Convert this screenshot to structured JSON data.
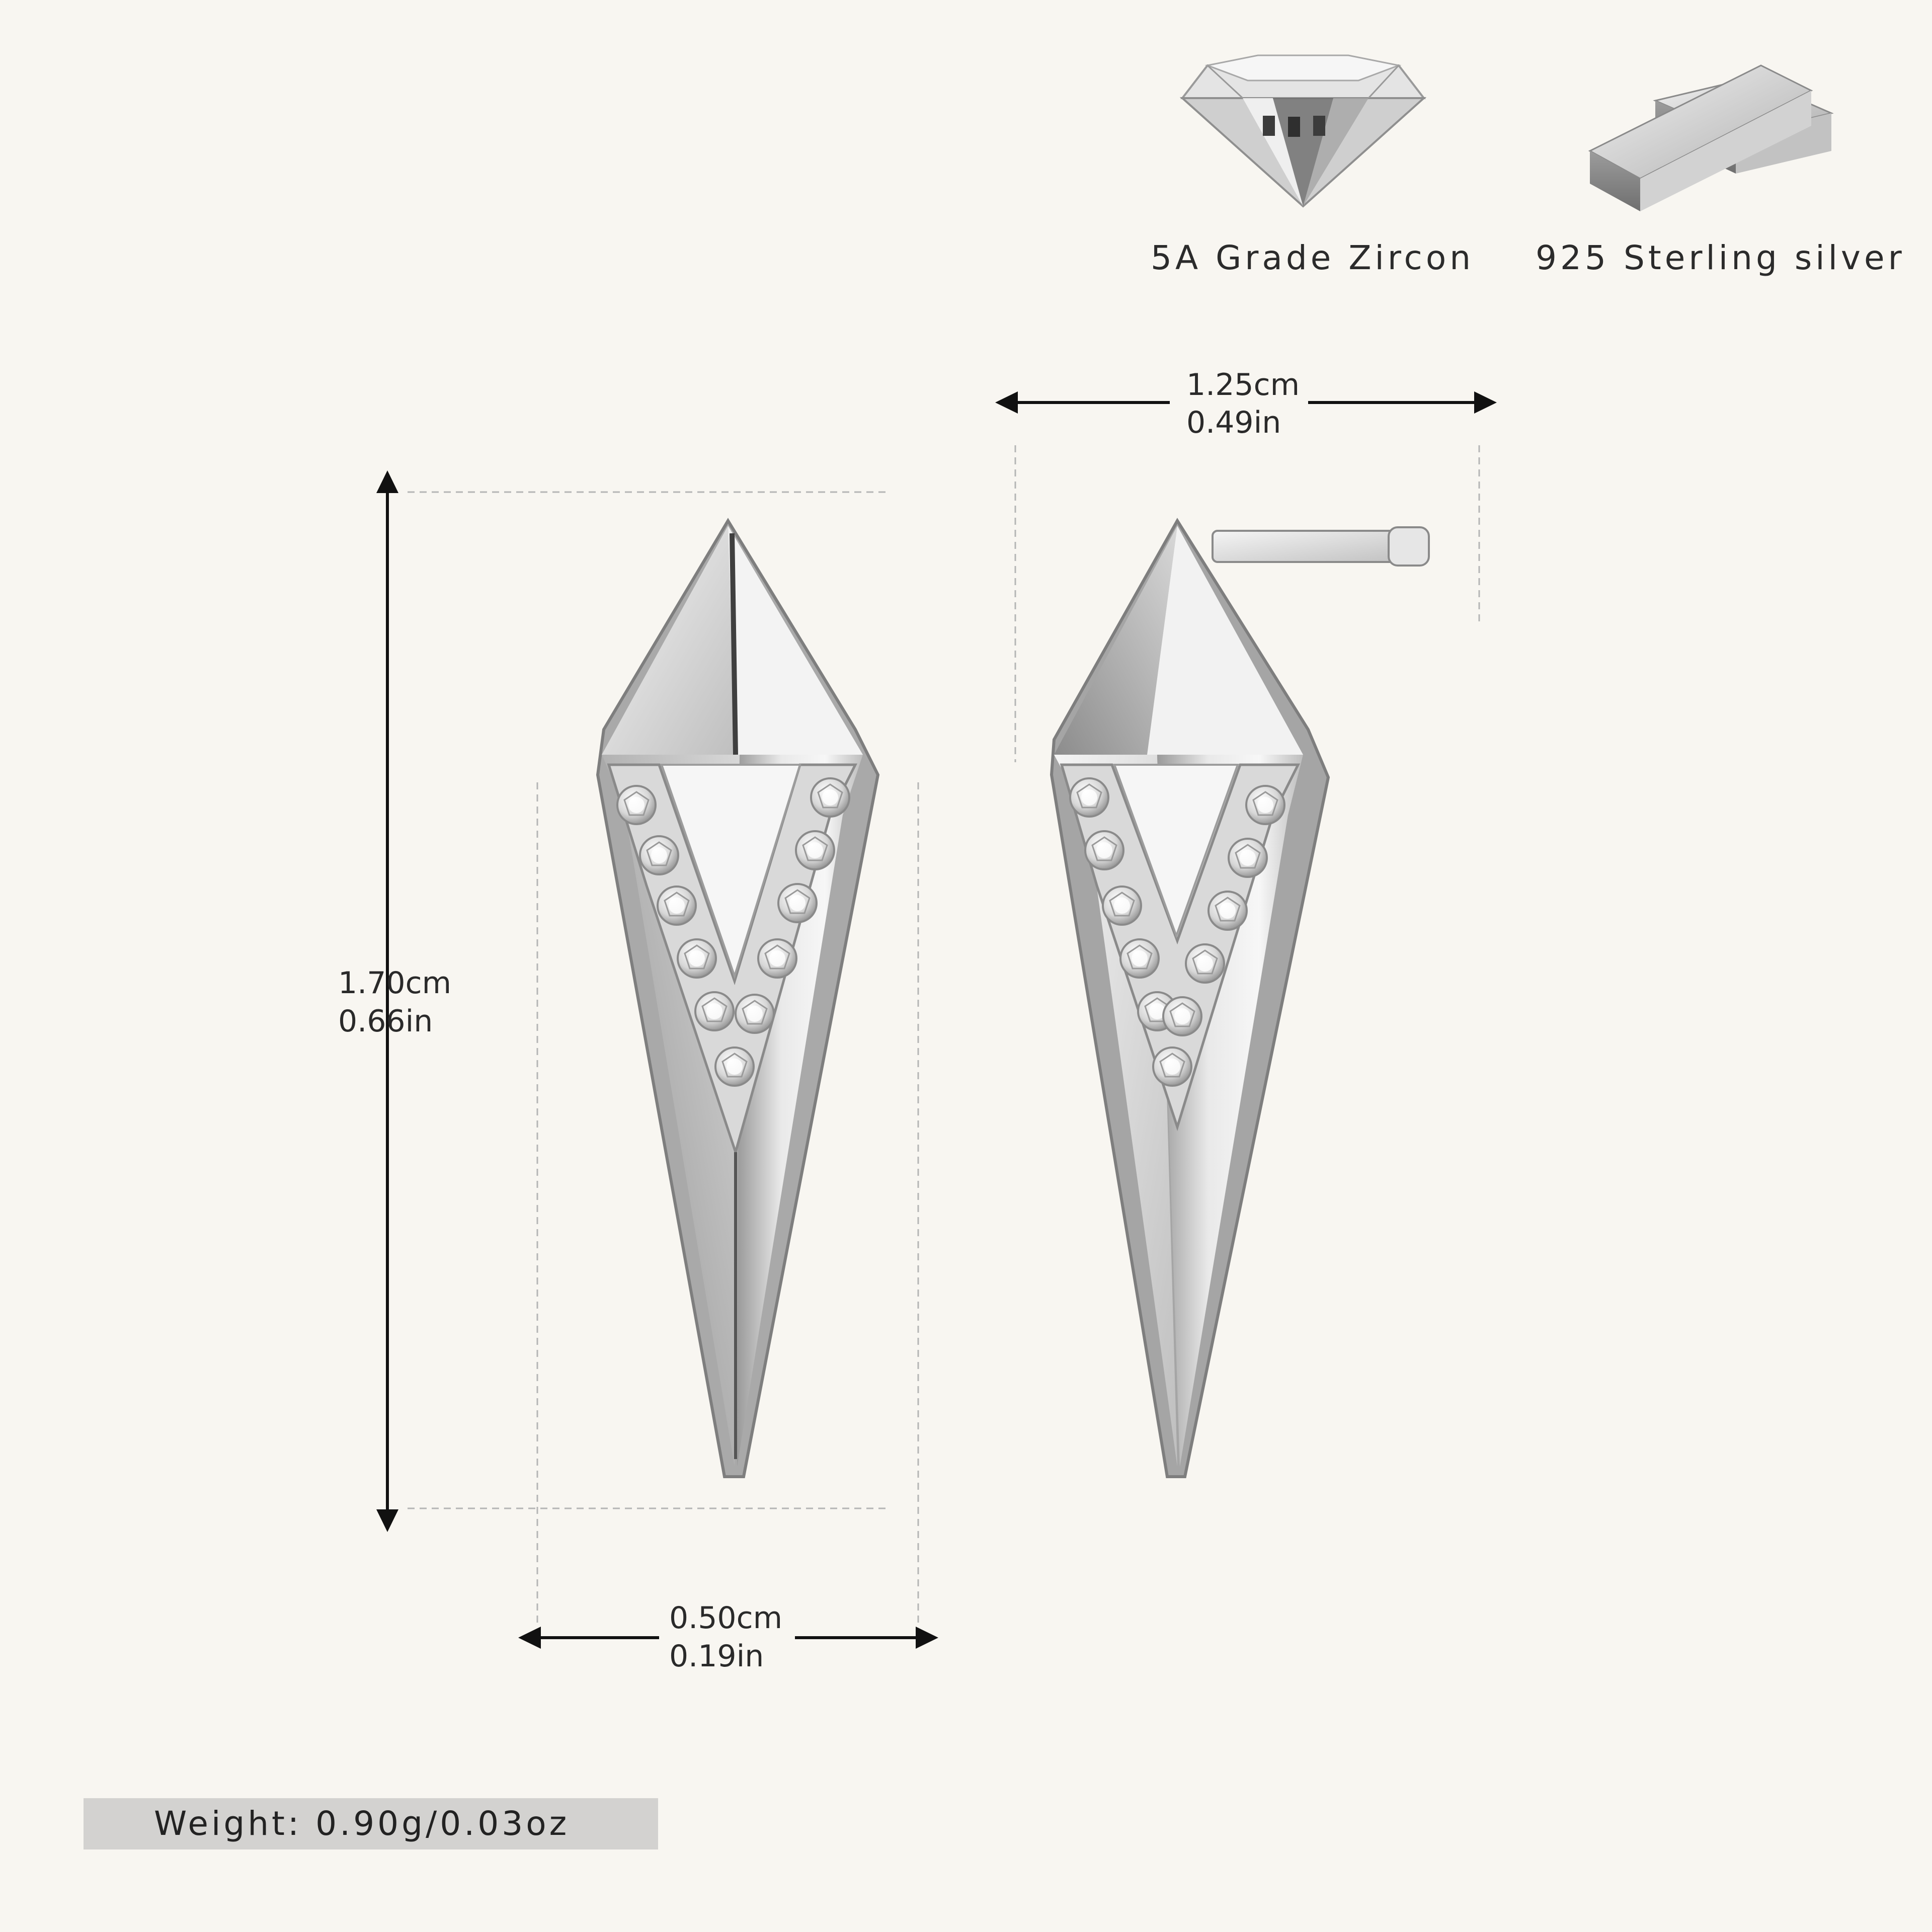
{
  "materials": {
    "zircon": {
      "label": "5A Grade Zircon",
      "icon": "zircon-gem-icon"
    },
    "silver": {
      "label": "925 Sterling silver",
      "icon": "silver-bar-icon"
    }
  },
  "dimensions": {
    "length": {
      "cm": "1.70cm",
      "in": "0.66in"
    },
    "width": {
      "cm": "0.50cm",
      "in": "0.19in"
    },
    "depth": {
      "cm": "1.25cm",
      "in": "0.49in"
    }
  },
  "weight": {
    "label": "Weight:",
    "value": "0.90g/0.03oz"
  },
  "colors": {
    "background": "#f8f6f1",
    "silver_light": "#f4f4f4",
    "silver_mid": "#c9c9c9",
    "silver_dark": "#8a8a8a",
    "weight_bar": "#d3d2d0"
  }
}
